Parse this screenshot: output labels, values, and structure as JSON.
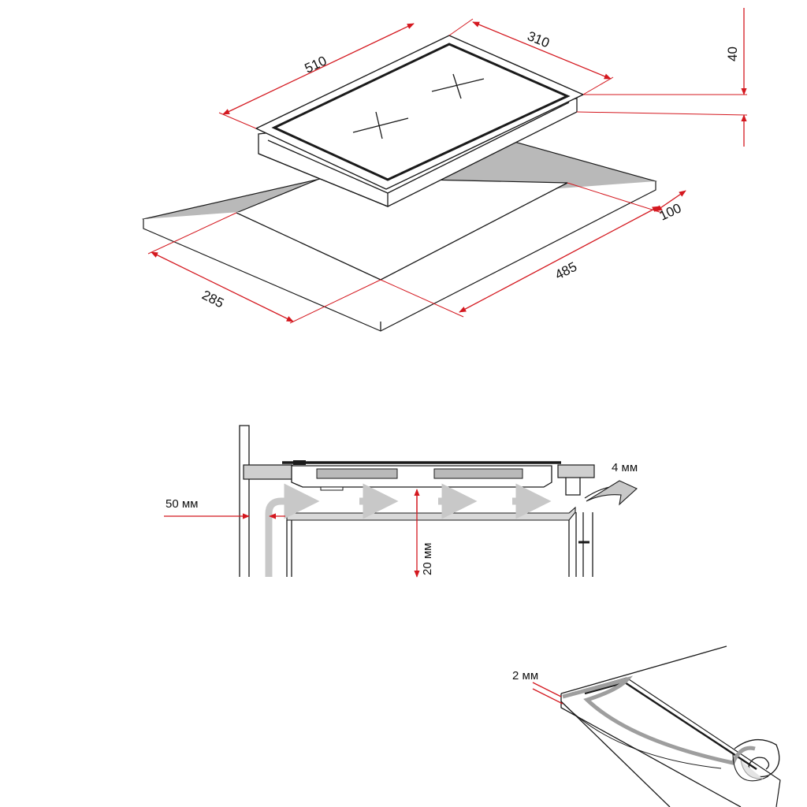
{
  "top_view": {
    "dim_width_outer": "510",
    "dim_depth_outer": "310",
    "dim_height": "40",
    "dim_cutout_width": "485",
    "dim_cutout_depth": "285",
    "dim_min_edge": "100"
  },
  "section_view": {
    "dim_wall_gap": "50 мм",
    "dim_air_gap": "20 мм",
    "dim_vent_gap": "4 мм"
  },
  "seal_view": {
    "dim_seal": "2 мм"
  },
  "colors": {
    "dimension_red": "#d4181f",
    "countertop_grey": "#b9b9b9",
    "airflow_grey": "#c8c8c8",
    "line_black": "#1a1a1a"
  }
}
